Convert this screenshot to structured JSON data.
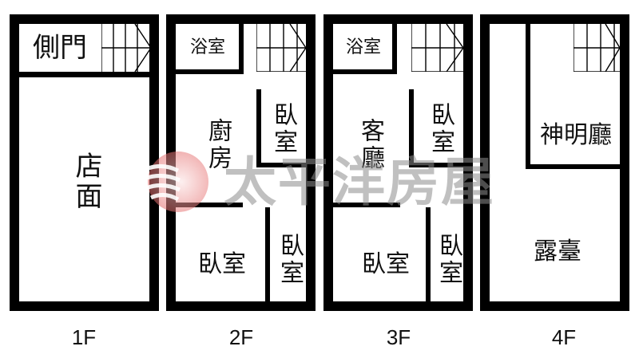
{
  "diagram": {
    "type": "floor-plan",
    "floors": [
      {
        "label": "1F",
        "rooms": {
          "side_door": "側門",
          "storefront": "店面"
        }
      },
      {
        "label": "2F",
        "rooms": {
          "bathroom": "浴室",
          "kitchen": "廚房",
          "bedroom_upper": "臥室",
          "bedroom_lower_left": "臥室",
          "bedroom_lower_right": "臥室"
        }
      },
      {
        "label": "3F",
        "rooms": {
          "bathroom": "浴室",
          "living_room": "客廳",
          "bedroom_upper": "臥室",
          "bedroom_lower_left": "臥室",
          "bedroom_lower_right": "臥室"
        }
      },
      {
        "label": "4F",
        "rooms": {
          "shrine_room": "神明廳",
          "terrace": "露臺"
        }
      }
    ],
    "watermark": {
      "text": "太平洋房屋",
      "logo_color": "#e05a5a",
      "text_color": "#8c8c8c"
    }
  },
  "colors": {
    "wall": "#000000",
    "background": "#ffffff"
  }
}
